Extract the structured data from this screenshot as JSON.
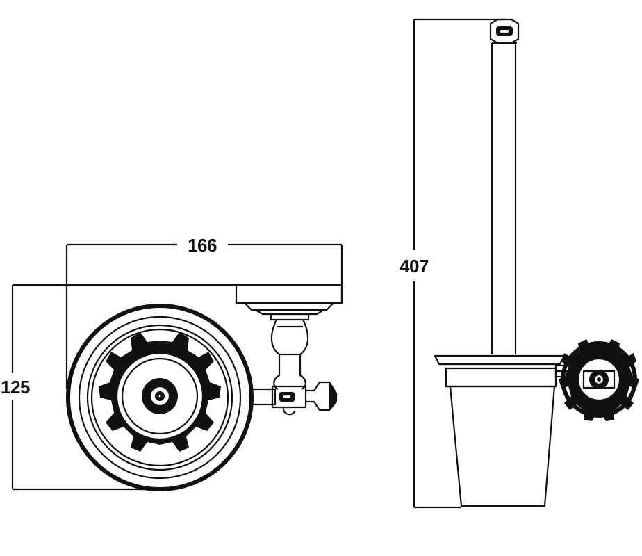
{
  "dimensions": {
    "width_label": "166",
    "height_label": "125",
    "total_height_label": "407"
  },
  "colors": {
    "line": "#111111",
    "background": "#ffffff"
  }
}
